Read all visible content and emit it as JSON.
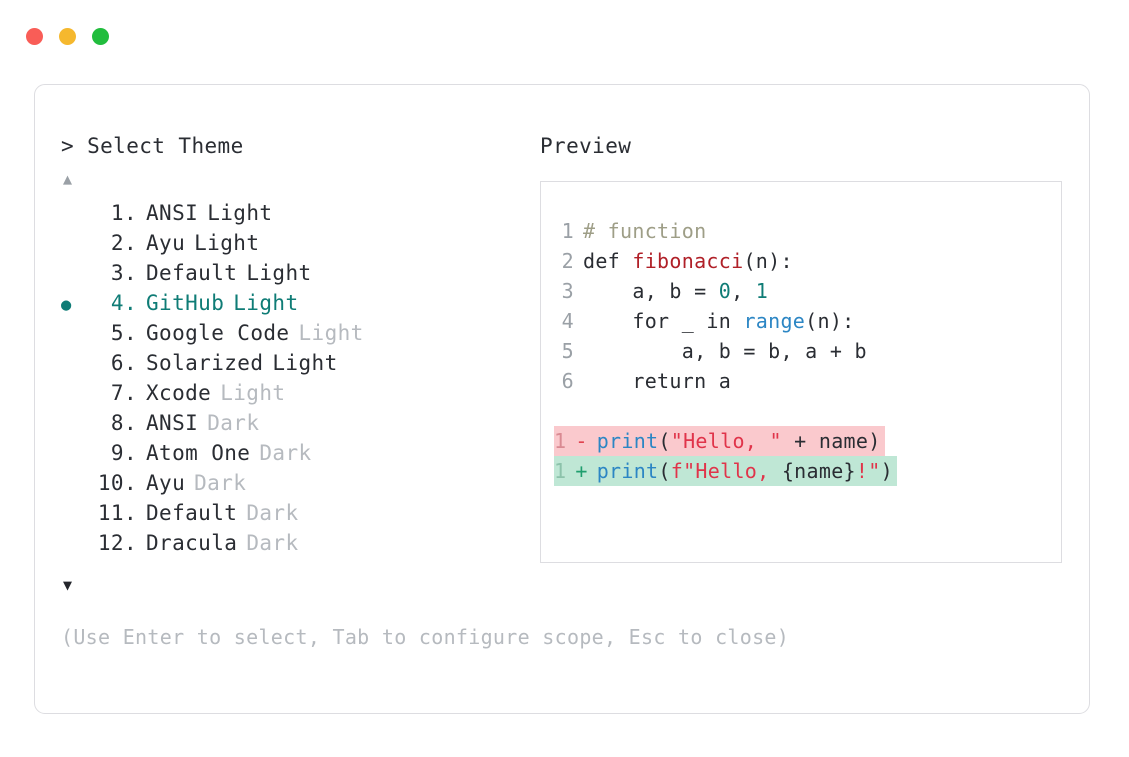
{
  "window": {
    "traffic_lights": [
      {
        "name": "close",
        "color": "#f95d57"
      },
      {
        "name": "minimize",
        "color": "#f5b82e"
      },
      {
        "name": "maximize",
        "color": "#21bd3d"
      }
    ]
  },
  "selector": {
    "caret": ">",
    "title": "Select Theme",
    "scroll_up_icon": "▲",
    "scroll_down_icon": "▼",
    "selected_index": 4,
    "bullet_glyph": "●",
    "items": [
      {
        "index": "1.",
        "name": "ANSI",
        "variant": "Light",
        "variant_dim": false,
        "selected": false
      },
      {
        "index": "2.",
        "name": "Ayu",
        "variant": "Light",
        "variant_dim": false,
        "selected": false
      },
      {
        "index": "3.",
        "name": "Default",
        "variant": "Light",
        "variant_dim": false,
        "selected": false
      },
      {
        "index": "4.",
        "name": "GitHub",
        "variant": "Light",
        "variant_dim": false,
        "selected": true
      },
      {
        "index": "5.",
        "name": "Google Code",
        "variant": "Light",
        "variant_dim": true,
        "selected": false
      },
      {
        "index": "6.",
        "name": "Solarized",
        "variant": "Light",
        "variant_dim": false,
        "selected": false
      },
      {
        "index": "7.",
        "name": "Xcode",
        "variant": "Light",
        "variant_dim": true,
        "selected": false
      },
      {
        "index": "8.",
        "name": "ANSI",
        "variant": "Dark",
        "variant_dim": true,
        "selected": false
      },
      {
        "index": "9.",
        "name": "Atom One",
        "variant": "Dark",
        "variant_dim": true,
        "selected": false
      },
      {
        "index": "10.",
        "name": "Ayu",
        "variant": "Dark",
        "variant_dim": true,
        "selected": false
      },
      {
        "index": "11.",
        "name": "Default",
        "variant": "Dark",
        "variant_dim": true,
        "selected": false
      },
      {
        "index": "12.",
        "name": "Dracula",
        "variant": "Dark",
        "variant_dim": true,
        "selected": false
      }
    ],
    "hint": "(Use Enter to select, Tab to configure scope, Esc to close)"
  },
  "preview": {
    "label": "Preview",
    "code_lines": [
      {
        "ln": "1",
        "tokens": [
          {
            "t": "# function",
            "c": "t-comment"
          }
        ]
      },
      {
        "ln": "2",
        "tokens": [
          {
            "t": "def ",
            "c": "t-kw"
          },
          {
            "t": "fibonacci",
            "c": "t-fn"
          },
          {
            "t": "(n):",
            "c": "t-plain"
          }
        ]
      },
      {
        "ln": "3",
        "tokens": [
          {
            "t": "    a, b = ",
            "c": "t-plain"
          },
          {
            "t": "0",
            "c": "t-num"
          },
          {
            "t": ", ",
            "c": "t-plain"
          },
          {
            "t": "1",
            "c": "t-num"
          }
        ]
      },
      {
        "ln": "4",
        "tokens": [
          {
            "t": "    for _ in ",
            "c": "t-plain"
          },
          {
            "t": "range",
            "c": "t-builtin"
          },
          {
            "t": "(n):",
            "c": "t-plain"
          }
        ]
      },
      {
        "ln": "5",
        "tokens": [
          {
            "t": "        a, b = b, a + b",
            "c": "t-plain"
          }
        ]
      },
      {
        "ln": "6",
        "tokens": [
          {
            "t": "    return a",
            "c": "t-plain"
          }
        ]
      }
    ],
    "diff_lines": [
      {
        "ln": "1",
        "kind": "del",
        "sign": "-",
        "tokens": [
          {
            "t": "print",
            "c": "t-call"
          },
          {
            "t": "(",
            "c": "t-plain"
          },
          {
            "t": "\"Hello, \"",
            "c": "t-str"
          },
          {
            "t": " + name)",
            "c": "t-plain"
          }
        ]
      },
      {
        "ln": "1",
        "kind": "add",
        "sign": "+",
        "tokens": [
          {
            "t": "print",
            "c": "t-call"
          },
          {
            "t": "(",
            "c": "t-plain"
          },
          {
            "t": "f\"Hello, ",
            "c": "t-str"
          },
          {
            "t": "{name}",
            "c": "t-plain"
          },
          {
            "t": "!\"",
            "c": "t-str"
          },
          {
            "t": ")",
            "c": "t-plain"
          }
        ]
      }
    ]
  },
  "colors": {
    "accent_teal": "#0f7c76",
    "border": "#dddde1",
    "text": "#2a2d33",
    "muted": "#b6babf",
    "line_number": "#9aa0a6",
    "diff_del_bg": "#fac9cd",
    "diff_add_bg": "#bfe7d5"
  }
}
